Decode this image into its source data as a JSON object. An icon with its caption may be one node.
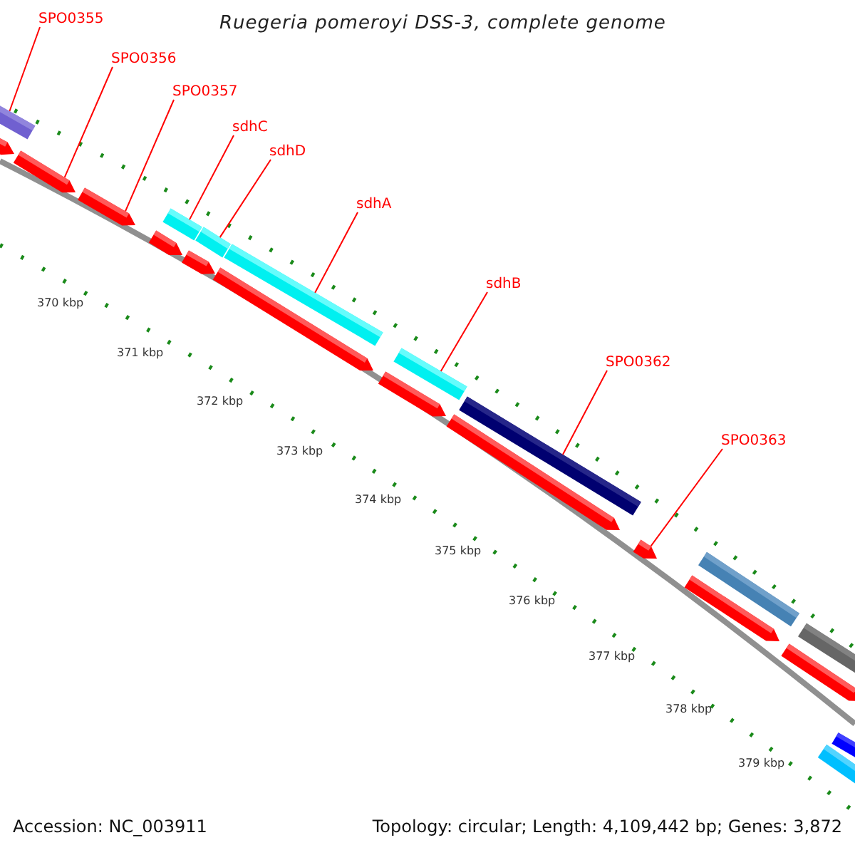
{
  "diagram": {
    "title": "Ruegeria pomeroyi DSS-3, complete genome",
    "nodes": [
      {
        "text": [
          "SPO0355"
        ]
      },
      {
        "text": [
          "SPO0356"
        ]
      },
      {
        "text": [
          "SPO0357"
        ]
      },
      {
        "text": [
          "sdhC"
        ]
      },
      {
        "text": [
          "sdhD"
        ]
      },
      {
        "text": [
          "sdhA"
        ]
      },
      {
        "text": [
          "sdhB"
        ]
      },
      {
        "text": [
          "SPO0362"
        ]
      },
      {
        "text": [
          "SPO0363"
        ]
      },
      {
        "text": [],
        "shape": "bar"
      },
      {
        "text": [],
        "shape": "bar"
      },
      {
        "text": [],
        "shape": "bar"
      },
      {
        "text": [],
        "shape": "bar"
      },
      {
        "text": [],
        "shape": "bar"
      },
      {
        "text": [],
        "shape": "bar"
      },
      {
        "text": [],
        "shape": "bar"
      },
      {
        "text": [],
        "shape": "bar"
      },
      {
        "text": [],
        "shape": "bar"
      },
      {
        "text": [],
        "shape": "bar"
      },
      {
        "text": [],
        "shape": "bar"
      },
      {
        "text": [],
        "shape": "bar"
      },
      {
        "text": [],
        "shape": "bar"
      },
      {
        "text": [],
        "shape": "bar"
      },
      {
        "text": [],
        "shape": "bar"
      },
      {
        "text": [],
        "shape": "bar"
      },
      {
        "text": [],
        "shape": "bar"
      },
      {
        "text": [],
        "shape": "bar"
      },
      {
        "text": [],
        "shape": "bar"
      },
      {
        "text": [],
        "shape": "bar"
      },
      {
        "text": [],
        "shape": "bar"
      }
    ],
    "edges": [
      {
        "from": 0,
        "to": 9,
        "arrow": "none"
      },
      {
        "from": 1,
        "to": 11,
        "arrow": "none"
      },
      {
        "from": 2,
        "to": 12,
        "arrow": "none"
      },
      {
        "from": 3,
        "to": 14,
        "arrow": "none"
      },
      {
        "from": 4,
        "to": 16,
        "arrow": "none"
      },
      {
        "from": 5,
        "to": 18,
        "arrow": "none"
      },
      {
        "from": 6,
        "to": 20,
        "arrow": "none"
      },
      {
        "from": 7,
        "to": 22,
        "arrow": "none"
      },
      {
        "from": 8,
        "to": 23,
        "arrow": "none"
      }
    ],
    "labels": [
      "370 kbp",
      "371 kbp",
      "372 kbp",
      "373 kbp",
      "374 kbp",
      "375 kbp",
      "376 kbp",
      "377 kbp",
      "378 kbp",
      "379 kbp",
      "Accession: NC_003911",
      "Topology: circular; Length: 4,109,442 bp; Genes: 3,872"
    ]
  }
}
